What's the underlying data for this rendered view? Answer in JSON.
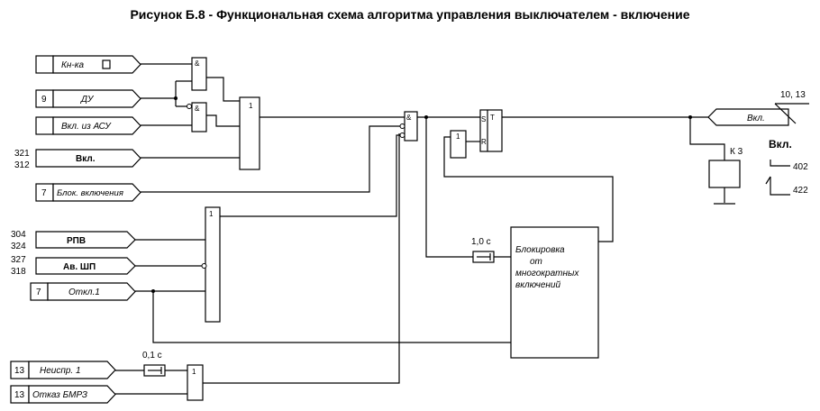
{
  "title": "Рисунок Б.8 - Функциональная схема алгоритма управления выключателем - включение",
  "inputs": {
    "kn_ka": {
      "label": "Кн-ка",
      "num": ""
    },
    "du": {
      "label": "ДУ",
      "num": "9"
    },
    "vkl_asu": {
      "label": "Вкл. из АСУ",
      "num": ""
    },
    "vkl": {
      "label": "Вкл.",
      "pins": [
        "321",
        "312"
      ]
    },
    "blok_vkl": {
      "label": "Блок. включения",
      "num": "7"
    },
    "rpv": {
      "label": "РПВ",
      "pins": [
        "304",
        "324"
      ]
    },
    "av_shp": {
      "label": "Ав. ШП",
      "pins": [
        "327",
        "318"
      ]
    },
    "otkl": {
      "label": "Откл.1",
      "num": "7"
    },
    "neispr": {
      "label": "Неиспр. 1",
      "num": "13"
    },
    "otkaz": {
      "label": "Отказ БМРЗ",
      "num": "13"
    }
  },
  "gates": {
    "and_symbol": "&",
    "or_symbol": "1",
    "trigger_s": "S",
    "trigger_r": "R",
    "trigger_t": "T"
  },
  "timers": {
    "t1": "1,0 с",
    "t2": "0,1 с"
  },
  "blocking": {
    "lines": [
      "Блокировка",
      "от",
      "многократных",
      "включений"
    ]
  },
  "output": {
    "label": "Вкл.",
    "pins": "10, 13",
    "relay": "К 3",
    "contact_title": "Вкл.",
    "contact_pins": [
      "402",
      "422"
    ]
  }
}
